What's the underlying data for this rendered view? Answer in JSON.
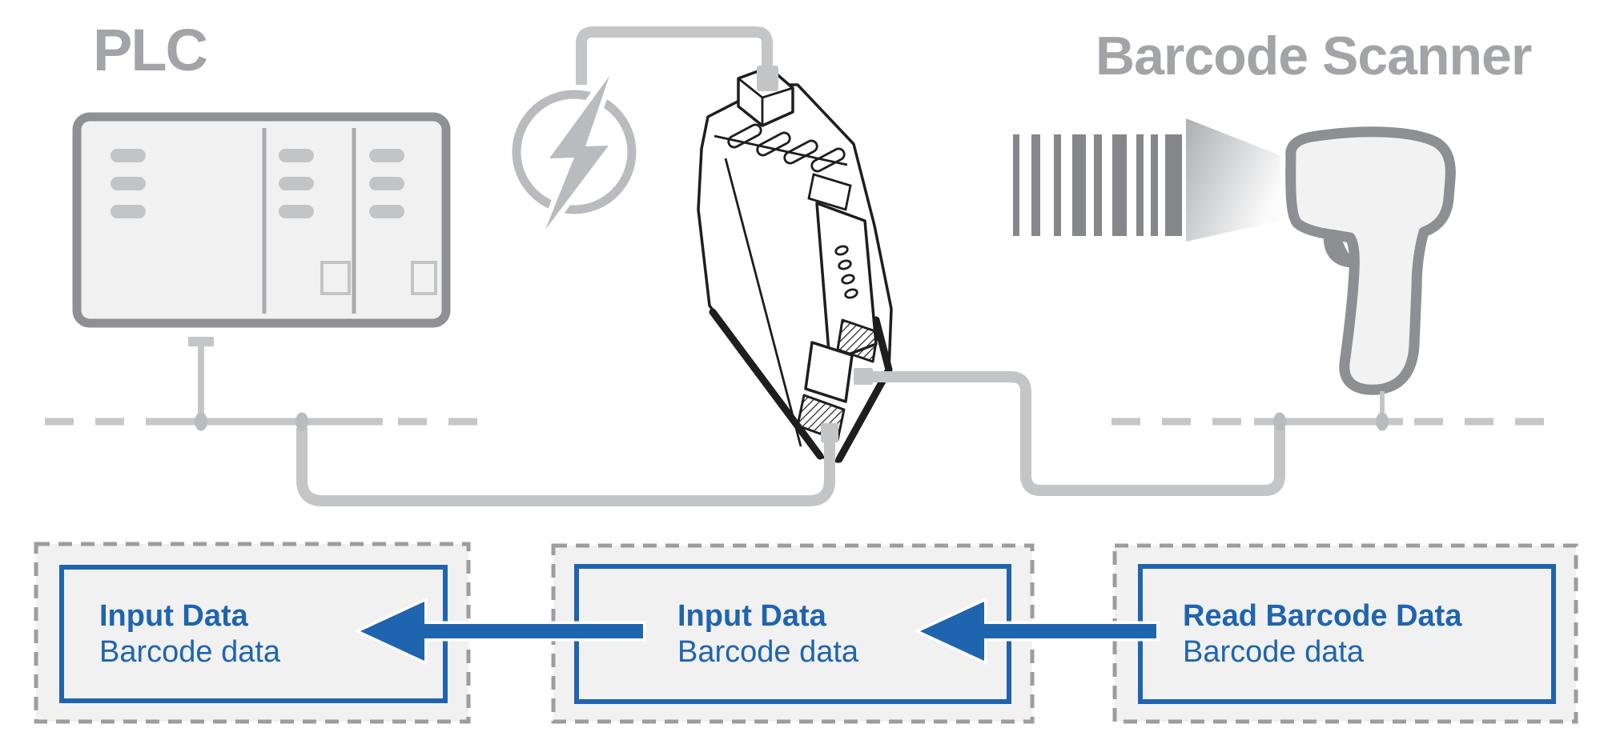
{
  "labels": {
    "plc": "PLC",
    "scanner": "Barcode Scanner"
  },
  "boxes": [
    {
      "id": "plc",
      "title": "Input Data",
      "subtitle": "Barcode data"
    },
    {
      "id": "gateway",
      "title": "Input Data",
      "subtitle": "Barcode data"
    },
    {
      "id": "scanner",
      "title": "Read Barcode Data",
      "subtitle": "Barcode data"
    }
  ],
  "icons": {
    "power": "lightning-bolt-icon",
    "plc": "plc-rack-icon",
    "gateway": "din-rail-gateway-illustration",
    "barcode": "barcode-icon",
    "scanner": "handheld-barcode-scanner-icon",
    "flow_arrows": "arrow-left-icon"
  },
  "colors": {
    "accent_blue": "#1f64ae",
    "gray_heading": "#a2a4a7",
    "gray_cable": "#c3c5c7",
    "gray_dash": "#c4c6c8",
    "gray_dot": "#b9bbbd",
    "gray_outline": "#8e9093",
    "gray_divider": "#a9abae",
    "gray_pill": "#c2c4c6",
    "gray_fill": "#f1f1f2",
    "gray_bolt": "#b9bbbe",
    "gray_scanner": "#8d8f92",
    "gray_scanfill": "#f2f2f3",
    "gray_barcode": "#85878a",
    "gray_boxborder": "#9b9da0",
    "ink": "#1e1e1e"
  }
}
